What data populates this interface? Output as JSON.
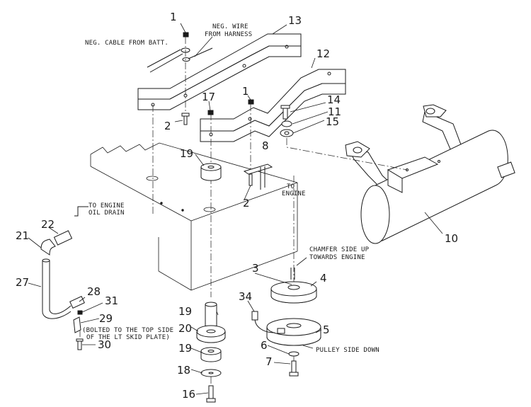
{
  "labels": {
    "neg_cable": "NEG. CABLE FROM BATT.",
    "neg_wire_1": "NEG. WIRE",
    "neg_wire_2": "FROM HARNESS",
    "to_engine_oil_1": "TO ENGINE",
    "to_engine_oil_2": "OIL DRAIN",
    "to_engine_1": "TO",
    "to_engine_2": "ENGINE",
    "chamfer_1": "CHAMFER SIDE UP",
    "chamfer_2": "TOWARDS ENGINE",
    "pulley_side": "PULLEY SIDE DOWN",
    "bolted_1": "(BOLTED TO THE TOP SIDE",
    "bolted_2": "OF THE LT SKID PLATE)"
  },
  "callouts": {
    "c1a": "1",
    "c1b": "1",
    "c2a": "2",
    "c2b": "2",
    "c3": "3",
    "c4": "4",
    "c5": "5",
    "c6": "6",
    "c7": "7",
    "c8": "8",
    "c10": "10",
    "c11": "11",
    "c12": "12",
    "c13": "13",
    "c14": "14",
    "c15": "15",
    "c16": "16",
    "c17": "17",
    "c18": "18",
    "c19a": "19",
    "c19b": "19",
    "c19c": "19",
    "c20": "20",
    "c21": "21",
    "c22": "22",
    "c27": "27",
    "c28": "28",
    "c29": "29",
    "c30": "30",
    "c31": "31",
    "c34": "34"
  }
}
